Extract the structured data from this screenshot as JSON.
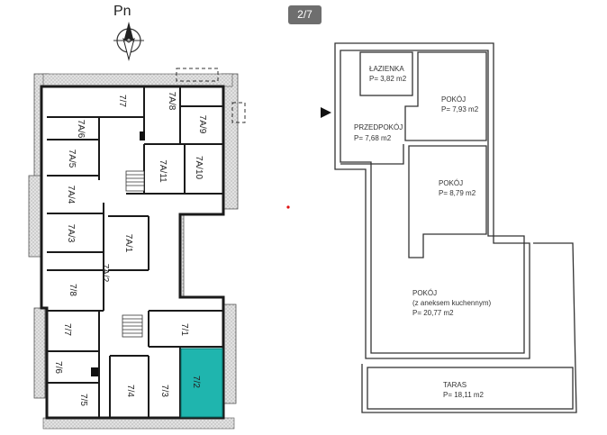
{
  "page_indicator": "2/7",
  "north_label": "Pn",
  "building_units": [
    {
      "id": "7/7"
    },
    {
      "id": "7A/8"
    },
    {
      "id": "7A/6"
    },
    {
      "id": "7A/9"
    },
    {
      "id": "7A/5"
    },
    {
      "id": "7A/11"
    },
    {
      "id": "7A/10"
    },
    {
      "id": "7A/4"
    },
    {
      "id": "7A/3"
    },
    {
      "id": "7A/1"
    },
    {
      "id": "7A/2"
    },
    {
      "id": "7/8"
    },
    {
      "id": "7/1"
    },
    {
      "id": "7/7"
    },
    {
      "id": "7/6"
    },
    {
      "id": "7/5"
    },
    {
      "id": "7/4"
    },
    {
      "id": "7/3"
    },
    {
      "id": "7/2"
    }
  ],
  "selected_unit": "7/2",
  "highlight_color": "#1fb5ae",
  "rooms": {
    "bathroom": {
      "name": "ŁAZIENKA",
      "area": "P= 3,82 m2"
    },
    "room1": {
      "name": "POKÓJ",
      "area": "P= 7,93 m2"
    },
    "hallway": {
      "name": "PRZEDPOKÓJ",
      "area": "P= 7,68 m2"
    },
    "room2": {
      "name": "POKÓJ",
      "area": "P= 8,79 m2"
    },
    "living": {
      "name": "POKÓJ",
      "sub": "(z aneksem kuchennym)",
      "area": "P= 20,77 m2"
    },
    "terrace": {
      "name": "TARAS",
      "area": "P= 18,11 m2"
    }
  }
}
